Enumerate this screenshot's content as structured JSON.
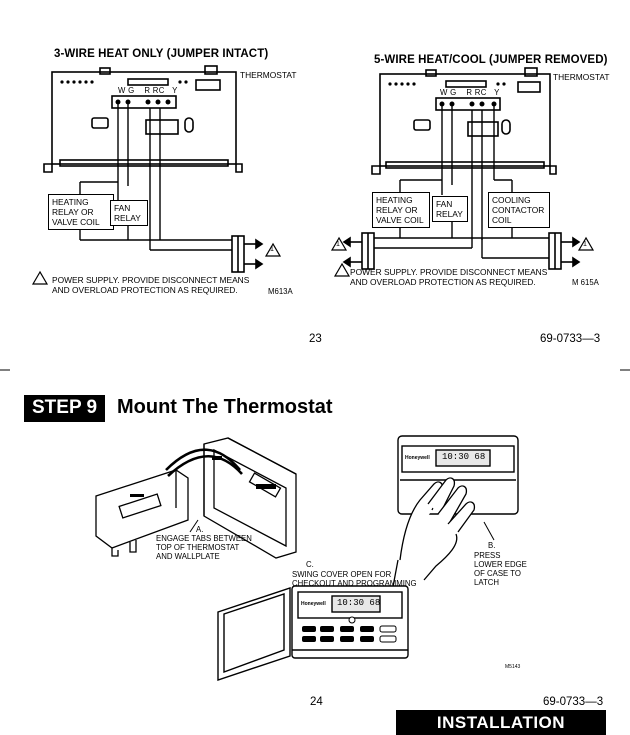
{
  "diagram_left": {
    "title": "3-WIRE HEAT ONLY (JUMPER INTACT)",
    "thermostat_label": "THERMOSTAT",
    "terminals": [
      "W",
      "G",
      "R",
      "RC",
      "Y"
    ],
    "heating_relay_label": [
      "HEATING",
      "RELAY OR",
      "VALVE COIL"
    ],
    "fan_relay_label": [
      "FAN",
      "RELAY"
    ],
    "power_note": [
      "POWER SUPPLY.  PROVIDE DISCONNECT MEANS",
      "AND OVERLOAD PROTECTION AS REQUIRED."
    ],
    "figure_code": "M613A",
    "warning_number": "1"
  },
  "diagram_right": {
    "title": "5-WIRE HEAT/COOL (JUMPER REMOVED)",
    "thermostat_label": "THERMOSTAT",
    "terminals": [
      "W",
      "G",
      "R",
      "RC",
      "Y"
    ],
    "heating_relay_label": [
      "HEATING",
      "RELAY OR",
      "VALVE COIL"
    ],
    "fan_relay_label": [
      "FAN",
      "RELAY"
    ],
    "cooling_label": [
      "COOLING",
      "CONTACTOR",
      "COIL"
    ],
    "power_note": [
      "POWER SUPPLY.  PROVIDE DISCONNECT MEANS",
      "AND OVERLOAD PROTECTION AS REQUIRED."
    ],
    "figure_code": "M 615A",
    "warning_number": "1"
  },
  "top_footer": {
    "page": "23",
    "doc": "69-0733—3"
  },
  "step": {
    "badge": "STEP 9",
    "title": "Mount The Thermostat"
  },
  "illustration": {
    "a_label": "A.",
    "a_text": [
      "ENGAGE TABS BETWEEN",
      "TOP OF THERMOSTAT",
      "AND WALLPLATE"
    ],
    "b_label": "B.",
    "b_text": [
      "PRESS",
      "LOWER EDGE",
      "OF CASE TO",
      "LATCH"
    ],
    "c_label": "C.",
    "c_text": [
      "SWING COVER OPEN FOR",
      "CHECKOUT AND PROGRAMMING"
    ],
    "brand": "Honeywell",
    "display_time": "10:30",
    "display_temp": "68",
    "figure_code": "M5143"
  },
  "bottom_footer": {
    "page": "24",
    "doc": "69-0733—3",
    "section": "INSTALLATION"
  }
}
